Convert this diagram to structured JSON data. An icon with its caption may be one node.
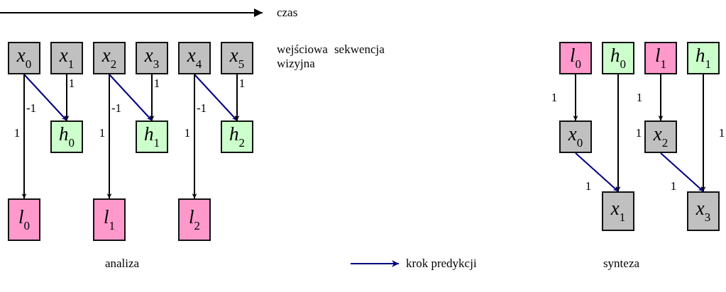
{
  "diagram": {
    "nodes": [
      {
        "text": [
          "*x*$_{0}$"
        ]
      },
      {
        "text": [
          "*x*$_{1}$"
        ]
      },
      {
        "text": [
          "*x*$_{2}$"
        ]
      },
      {
        "text": [
          "*x*$_{3}$"
        ]
      },
      {
        "text": [
          "*x*$_{4}$"
        ]
      },
      {
        "text": [
          "*x*$_{5}$"
        ]
      },
      {
        "text": [
          "*h*$_{0}$"
        ]
      },
      {
        "text": [
          "*h*$_{1}$"
        ]
      },
      {
        "text": [
          "*h*$_{2}$"
        ]
      },
      {
        "text": [
          "*l*$_{0}$"
        ]
      },
      {
        "text": [
          "*l*$_{1}$"
        ]
      },
      {
        "text": [
          "*l*$_{2}$"
        ]
      },
      {
        "text": [
          "*l*$_{0}$"
        ]
      },
      {
        "text": [
          "*h*$_{0}$"
        ]
      },
      {
        "text": [
          "*l*$_{1}$"
        ]
      },
      {
        "text": [
          "*h*$_{1}$"
        ]
      },
      {
        "text": [
          "*x*$_{0}$"
        ]
      },
      {
        "text": [
          "*x*$_{2}$"
        ]
      },
      {
        "text": [
          "*x*$_{1}$"
        ]
      },
      {
        "text": [
          "*x*$_{3}$"
        ]
      }
    ],
    "edges": [
      {
        "from": 0,
        "to": 6,
        "arrow": "to",
        "label": "-1",
        "color": "#000080"
      },
      {
        "from": 1,
        "to": 6,
        "arrow": "to",
        "label": "1"
      },
      {
        "from": 0,
        "to": 9,
        "arrow": "to",
        "label": "1"
      },
      {
        "from": 2,
        "to": 7,
        "arrow": "to",
        "label": "-1",
        "color": "#000080"
      },
      {
        "from": 3,
        "to": 7,
        "arrow": "to",
        "label": "1"
      },
      {
        "from": 2,
        "to": 10,
        "arrow": "to",
        "label": "1"
      },
      {
        "from": 4,
        "to": 8,
        "arrow": "to",
        "label": "-1",
        "color": "#000080"
      },
      {
        "from": 5,
        "to": 8,
        "arrow": "to",
        "label": "1"
      },
      {
        "from": 4,
        "to": 11,
        "arrow": "to",
        "label": "1"
      },
      {
        "from": 12,
        "to": 16,
        "arrow": "to",
        "label": "1"
      },
      {
        "from": 13,
        "to": 18,
        "arrow": "to",
        "label": "1"
      },
      {
        "from": 16,
        "to": 18,
        "arrow": "to",
        "label": "1",
        "color": "#000080"
      },
      {
        "from": 14,
        "to": 17,
        "arrow": "to",
        "label": "1"
      },
      {
        "from": 15,
        "to": 19,
        "arrow": "to",
        "label": "1"
      },
      {
        "from": 17,
        "to": 19,
        "arrow": "to",
        "label": "1",
        "color": "#000080"
      }
    ],
    "labels": [
      "czas",
      "wejściowa sekwencja wizyjna",
      "analiza",
      "synteza"
    ],
    "legend": [
      {
        "text": "krok predykcji"
      }
    ]
  }
}
